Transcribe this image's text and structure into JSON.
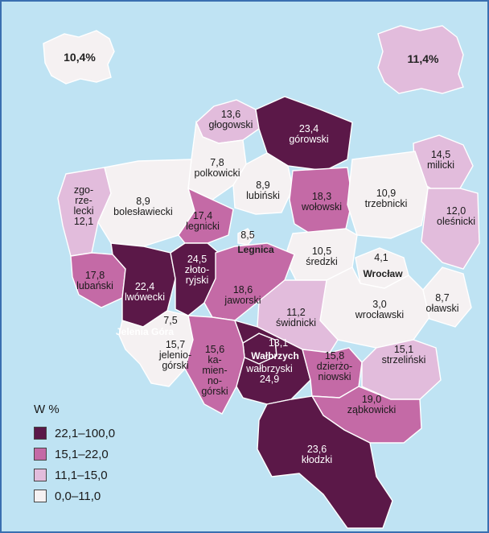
{
  "colors": {
    "c1": "#5b1848",
    "c2": "#c46aa6",
    "c3": "#e2bcdc",
    "c4": "#f5f1f2",
    "water": "#bfe3f3"
  },
  "insets": {
    "poland_left": "10,4%",
    "poland_right": "11,4%"
  },
  "legend": {
    "title": "W %",
    "items": [
      {
        "label": "22,1–100,0",
        "color": "#5b1848"
      },
      {
        "label": "15,1–22,0",
        "color": "#c46aa6"
      },
      {
        "label": "11,1–15,0",
        "color": "#e2bcdc"
      },
      {
        "label": "0,0–11,0",
        "color": "#f5f1f2"
      }
    ]
  },
  "cities": {
    "legnica": "Legnica",
    "wroclaw": "Wrocław",
    "walbrzych": "Wałbrzych",
    "jelenia_gora": "Jelenia Góra"
  },
  "regions": {
    "glogowski": {
      "value": "13,6",
      "name": "głogowski"
    },
    "gorowski": {
      "value": "23,4",
      "name": "górowski"
    },
    "milicki": {
      "value": "14,5",
      "name": "milicki"
    },
    "polkowicki": {
      "value": "7,8",
      "name": "polkowicki"
    },
    "lubinski": {
      "value": "8,9",
      "name": "lubiński"
    },
    "wolowski": {
      "value": "18,3",
      "name": "wołowski"
    },
    "trzebnicki": {
      "value": "10,9",
      "name": "trzebnicki"
    },
    "olesnicki": {
      "value": "12,0",
      "name": "oleśnicki"
    },
    "zgorzelecki": {
      "value": "12,1",
      "name": "zgo-\nrze-\nlecki"
    },
    "boleslawiecki": {
      "value": "8,9",
      "name": "bolesławiecki"
    },
    "legnicki": {
      "value": "17,4",
      "name": "legnicki"
    },
    "legnica_city": {
      "value": "8,5"
    },
    "sredzki": {
      "value": "10,5",
      "name": "średzki"
    },
    "wroclaw_city": {
      "value": "4,1"
    },
    "lubanski": {
      "value": "17,8",
      "name": "lubański"
    },
    "lwowecki": {
      "value": "22,4",
      "name": "lwówecki"
    },
    "zlotoryjski": {
      "value": "24,5",
      "name": "złoto-\nryjski"
    },
    "jaworski": {
      "value": "18,6",
      "name": "jaworski"
    },
    "wroclawski": {
      "value": "3,0",
      "name": "wrocławski"
    },
    "olawski": {
      "value": "8,7",
      "name": "oławski"
    },
    "jelenia_gora_city": {
      "value": "7,5"
    },
    "swidnicki": {
      "value": "11,2",
      "name": "świdnicki"
    },
    "walbrzych_city": {
      "value": "13,1"
    },
    "jeleniogorski": {
      "value": "15,7",
      "name": "jelenio-\ngórski"
    },
    "kamiennogorski": {
      "value": "15,6",
      "name": "ka-\nmien-\nno-\ngórski"
    },
    "walbrzyski": {
      "value": "24,9",
      "name": "wałbrzyski"
    },
    "dzierzoniowski": {
      "value": "15,8",
      "name": "dzierżo-\nniowski"
    },
    "strzelinski": {
      "value": "15,1",
      "name": "strzeliński"
    },
    "zabkowicki": {
      "value": "19,0",
      "name": "ząbkowicki"
    },
    "klodzki": {
      "value": "23,6",
      "name": "kłodzki"
    }
  }
}
